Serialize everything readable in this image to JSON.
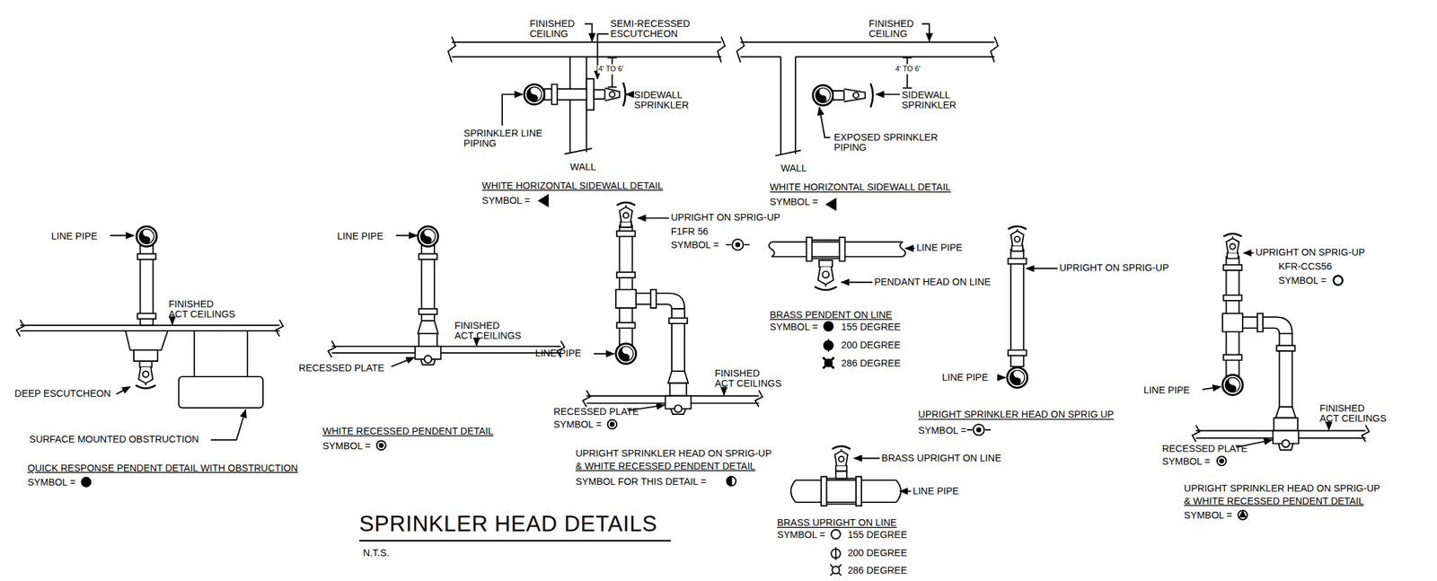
{
  "diagram": {
    "title": "SPRINKLER HEAD DETAILS",
    "labels": [
      "FINISHED CEILING",
      "SEMI-RECESSED ESCUTCHEON",
      "4' TO 6'",
      "SIDEWALL SPRINKLER",
      "SPRINKLER LINE PIPING",
      "WALL",
      "WHITE HORIZONTAL SIDEWALL DETAIL",
      "SYMBOL =",
      "FINISHED CEILING",
      "4' TO 6'",
      "SIDEWALL SPRINKLER",
      "EXPOSED SPRINKLER PIPING",
      "WALL",
      "WHITE HORIZONTAL SIDEWALL DETAIL",
      "SYMBOL =",
      "LINE PIPE",
      "FINISHED ACT CEILINGS",
      "DEEP ESCUTCHEON",
      "SURFACE MOUNTED OBSTRUCTION",
      "QUICK RESPONSE PENDENT DETAIL WITH OBSTRUCTION",
      "SYMBOL =",
      "LINE PIPE",
      "FINISHED ACT CEILINGS",
      "RECESSED PLATE",
      "WHITE RECESSED PENDENT DETAIL",
      "SYMBOL =",
      "UPRIGHT ON SPRIG-UP",
      "F1FR 56",
      "SYMBOL =",
      "LINE PIPE",
      "FINISHED ACT CEILINGS",
      "RECESSED PLATE",
      "SYMBOL =",
      "UPRIGHT SPRINKLER HEAD ON SPRIG-UP",
      "& WHITE RECESSED PENDENT DETAIL",
      "SYMBOL FOR THIS DETAIL =",
      "LINE PIPE",
      "PENDANT HEAD ON LINE",
      "BRASS PENDENT ON LINE",
      "SYMBOL =",
      "155 DEGREE",
      "200 DEGREE",
      "286 DEGREE",
      "UPRIGHT ON SPRIG-UP",
      "LINE PIPE",
      "UPRIGHT SPRINKLER HEAD ON SPRIG UP",
      "SYMBOL =",
      "UPRIGHT ON SPRIG-UP",
      "KFR-CCS56",
      "SYMBOL =",
      "LINE PIPE",
      "FINISHED ACT CEILINGS",
      "RECESSED PLATE",
      "SYMBOL =",
      "UPRIGHT SPRINKLER HEAD ON SPRIG-UP",
      "& WHITE RECESSED PENDENT DETAIL",
      "SYMBOL =",
      "BRASS UPRIGHT ON LINE",
      "LINE PIPE",
      "BRASS UPRIGHT ON LINE",
      "SYMBOL =",
      "155 DEGREE",
      "200 DEGREE",
      "286 DEGREE",
      "N.T.S."
    ]
  }
}
